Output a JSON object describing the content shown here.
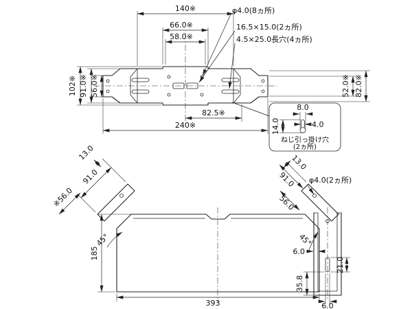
{
  "canvas": {
    "background": "#ffffff",
    "line_color": "#222222"
  },
  "top_view": {
    "dim_140": "140※",
    "dim_66": "66.0※",
    "dim_58": "58.0※",
    "dim_102": "102※",
    "dim_91": "91.0※",
    "dim_56": "56.0※",
    "dim_52": "52.0※",
    "dim_82": "82.0※",
    "dim_82_5": "82.5※",
    "dim_240": "240※",
    "callout_phi4": "φ4.0(8ヵ所)",
    "callout_slot": "16.5×15.0(2ヵ所)",
    "callout_longhole": "4.5×25.0長穴(4ヵ所)"
  },
  "detail_box": {
    "dim_8": "8.0",
    "dim_14": "14.0",
    "dim_4": "4.0",
    "label_line1": "ねじ引っ掛け穴",
    "label_line2": "(2ヵ所)"
  },
  "front_view": {
    "dim_13_left": "13.0",
    "dim_91_left": "91.0",
    "dim_56_left": "※56.0",
    "angle_left": "45°",
    "dim_13_right": "13.0",
    "dim_91_right": "91.0",
    "dim_56_right": "56.0",
    "angle_right": "45°",
    "callout_phi4": "φ4.0(2ヵ所)",
    "dim_185": "185",
    "dim_393": "393"
  },
  "side_view": {
    "dim_6_top": "6.0",
    "dim_21": "21.0",
    "dim_35_8": "35.8",
    "dim_6_bottom": "6.0"
  }
}
